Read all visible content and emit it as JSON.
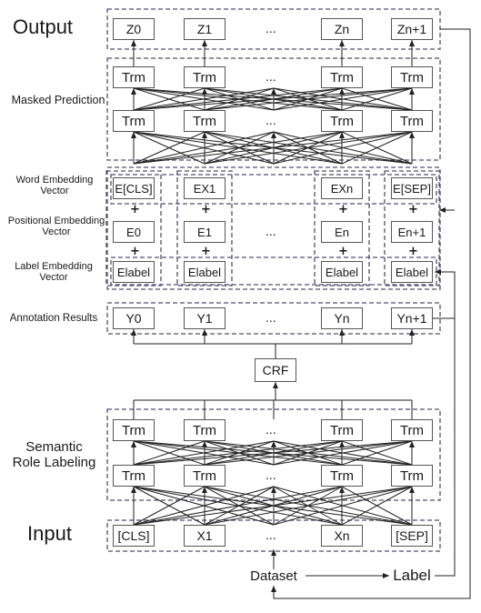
{
  "labels": {
    "output": "Output",
    "masked_prediction": "Masked Prediction",
    "word_embedding": "Word Embedding Vector",
    "positional_embedding": "Positional Embedding Vector",
    "label_embedding": "Label Embedding Vector",
    "annotation_results": "Annotation Results",
    "semantic_role_labeling": "Semantic Role Labeling",
    "input": "Input",
    "dataset": "Dataset",
    "label": "Label",
    "crf": "CRF"
  },
  "ellipsis": "...",
  "plus": "+",
  "output_tokens": [
    "Z0",
    "Z1",
    "Zn",
    "Zn+1"
  ],
  "trm": "Trm",
  "word_embeddings": [
    "E[CLS]",
    "EX1",
    "EXn",
    "E[SEP]"
  ],
  "positional_embeddings": [
    "E0",
    "E1",
    "En",
    "En+1"
  ],
  "label_embeddings": [
    "Elabel",
    "Elabel",
    "Elabel",
    "Elabel"
  ],
  "annotation_tokens": [
    "Y0",
    "Y1",
    "Yn",
    "Yn+1"
  ],
  "input_tokens": [
    "[CLS]",
    "X1",
    "Xn",
    "[SEP]"
  ],
  "colors": {
    "stroke": "#555555",
    "dashed": "#505070",
    "text": "#1a1a1a"
  }
}
